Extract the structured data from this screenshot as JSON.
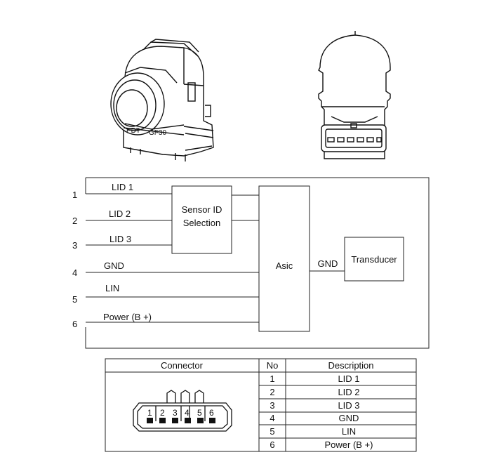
{
  "sensor_photo": {
    "body_marking_left": "PDT",
    "body_marking_right": "GF30"
  },
  "schematic": {
    "pins": [
      {
        "no": "1",
        "label": "LID 1"
      },
      {
        "no": "2",
        "label": "LID 2"
      },
      {
        "no": "3",
        "label": "LID 3"
      },
      {
        "no": "4",
        "label": "GND"
      },
      {
        "no": "5",
        "label": "LIN"
      },
      {
        "no": "6",
        "label": "Power (B +)"
      }
    ],
    "sensor_id_label_line1": "Sensor ID",
    "sensor_id_label_line2": "Selection",
    "asic_label": "Asic",
    "gnd_label": "GND",
    "transducer_label": "Transducer"
  },
  "table": {
    "headers": {
      "connector": "Connector",
      "no": "No",
      "description": "Description"
    },
    "rows": [
      {
        "no": "1",
        "description": "LID 1"
      },
      {
        "no": "2",
        "description": "LID 2"
      },
      {
        "no": "3",
        "description": "LID 3"
      },
      {
        "no": "4",
        "description": "GND"
      },
      {
        "no": "5",
        "description": "LIN"
      },
      {
        "no": "6",
        "description": "Power (B +)"
      }
    ],
    "connector_pin_numbers": [
      "1",
      "2",
      "3",
      "4",
      "5",
      "6"
    ]
  }
}
